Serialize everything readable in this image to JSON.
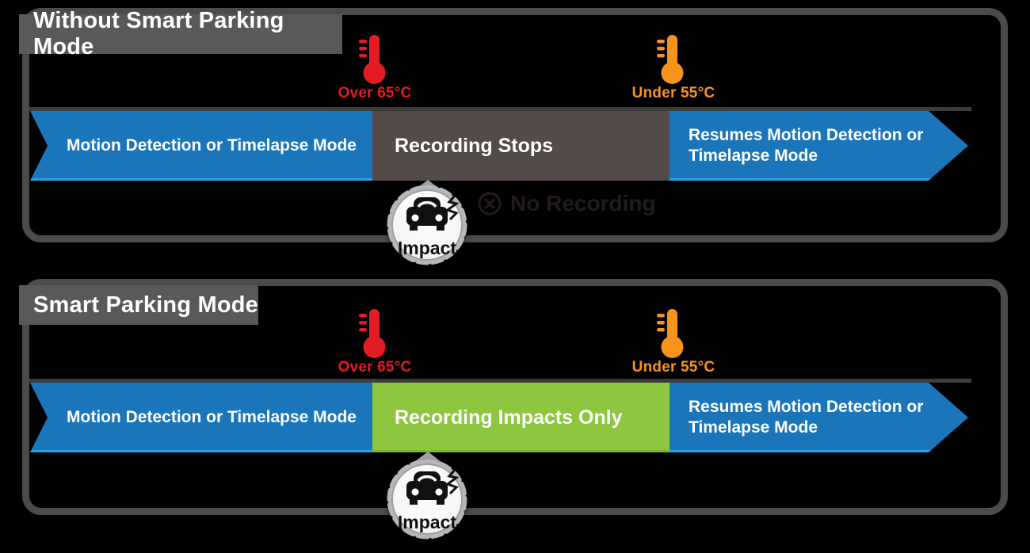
{
  "colors": {
    "bg": "#000000",
    "panel-border": "#4b4b4b",
    "tab-bg": "#58595b",
    "accent-blue": "#1b75bb",
    "blue-edge": "#2aa3e0",
    "dark-block": "#534b47",
    "green-block": "#8dc63f",
    "green-edge": "#7eb636",
    "red": "#e31b23",
    "orange": "#f7941e",
    "pointer-gray": "#a2a2a2",
    "note-dark": "#221b1b",
    "badge-ring": "#b5b7b9"
  },
  "panels": [
    {
      "title": "Without Smart Parking Mode",
      "over_temp_label": "Over 65°C",
      "under_temp_label": "Under 55°C",
      "flow": {
        "left_label": "Motion Detection or Timelapse Mode",
        "middle_label": "Recording Stops",
        "right_label": "Resumes Motion Detection or Timelapse Mode"
      },
      "impact_badge_label": "Impact",
      "impact_note": "No Recording"
    },
    {
      "title": "Smart Parking Mode",
      "over_temp_label": "Over 65°C",
      "under_temp_label": "Under 55°C",
      "flow": {
        "left_label": "Motion Detection or Timelapse Mode",
        "middle_label": "Recording Impacts Only",
        "right_label": "Resumes Motion Detection or Timelapse Mode"
      },
      "impact_badge_label": "Impact"
    }
  ]
}
